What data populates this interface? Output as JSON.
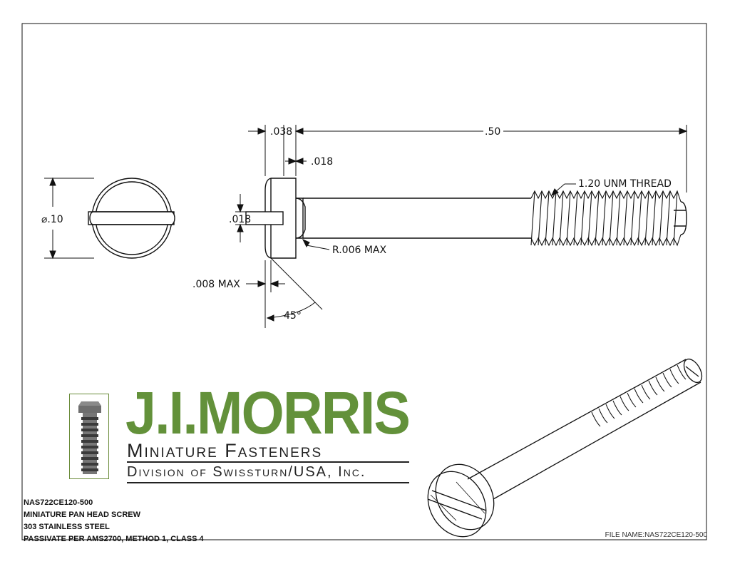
{
  "dimensions": {
    "head_height": ".038",
    "overall_length": ".50",
    "slot_depth": ".018",
    "slot_width": ".018",
    "diameter": "⌀.10",
    "thread": "1.20 UNM THREAD",
    "radius": "R.006 MAX",
    "chamfer": ".008 MAX",
    "angle": "45°"
  },
  "brand": {
    "name": "J.I.MORRIS",
    "line1": "Miniature Fasteners",
    "line2": "Division of Swissturn/USA, Inc."
  },
  "title_block": {
    "part_number": "NAS722CE120-500",
    "description": "MINIATURE PAN HEAD SCREW",
    "material": "303 STAINLESS STEEL",
    "finish": "PASSIVATE PER AMS2700, METHOD 1, CLASS 4"
  },
  "file_name": "FILE NAME:NAS722CE120-500",
  "colors": {
    "brand_green": "#63913a",
    "line": "#111111"
  }
}
